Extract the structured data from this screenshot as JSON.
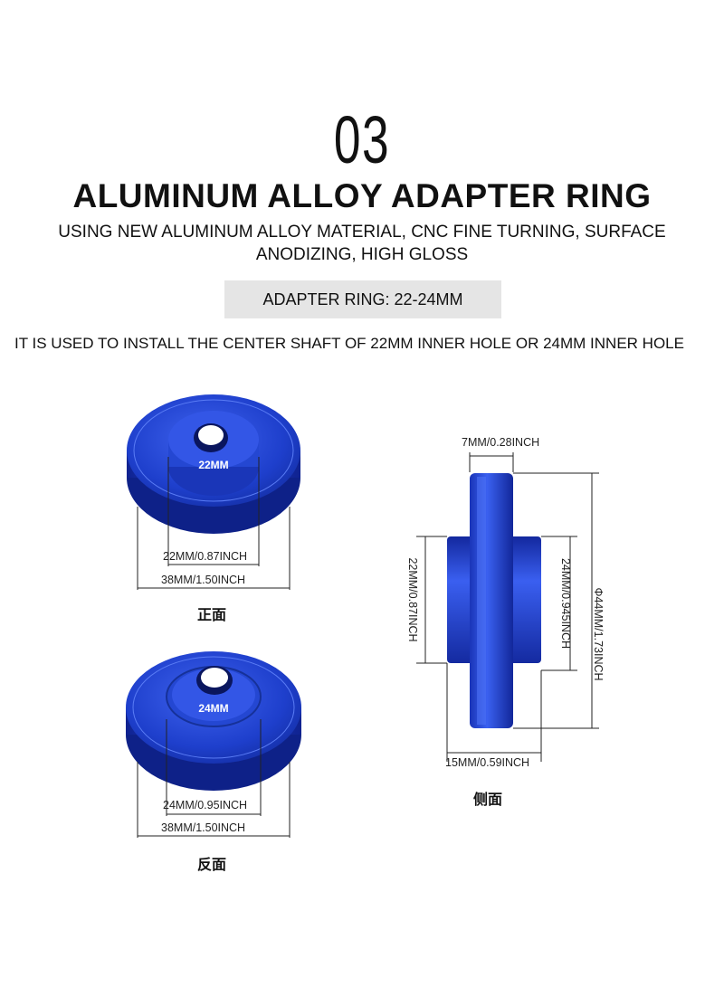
{
  "header": {
    "number": "03",
    "title": "ALUMINUM ALLOY ADAPTER RING",
    "subtitle_line1": "USING NEW ALUMINUM ALLOY MATERIAL, CNC FINE TURNING, SURFACE",
    "subtitle_line2": "ANODIZING, HIGH GLOSS",
    "spec_label": "ADAPTER RING: 22-24MM",
    "description": "IT IS USED TO INSTALL THE CENTER SHAFT OF 22MM INNER HOLE OR 24MM INNER HOLE"
  },
  "front": {
    "inner_text": "22MM",
    "inner_dim": "22MM/0.87INCH",
    "outer_dim": "38MM/1.50INCH",
    "caption": "正面"
  },
  "back": {
    "inner_text": "24MM",
    "inner_dim": "24MM/0.95INCH",
    "outer_dim": "38MM/1.50INCH",
    "caption": "反面"
  },
  "side": {
    "flange_dim": "7MM/0.28INCH",
    "left_hub_dim": "22MM/0.87INCH",
    "right_hub_dim": "24MM/0.945INCH",
    "diameter_dim": "Φ44MM/1.73INCH",
    "length_dim": "15MM/0.59INCH",
    "caption": "侧面"
  },
  "colors": {
    "anodized_blue": "#1f3fc4",
    "dark_blue": "#0d1f8a",
    "light_blue": "#4a6cf0"
  }
}
